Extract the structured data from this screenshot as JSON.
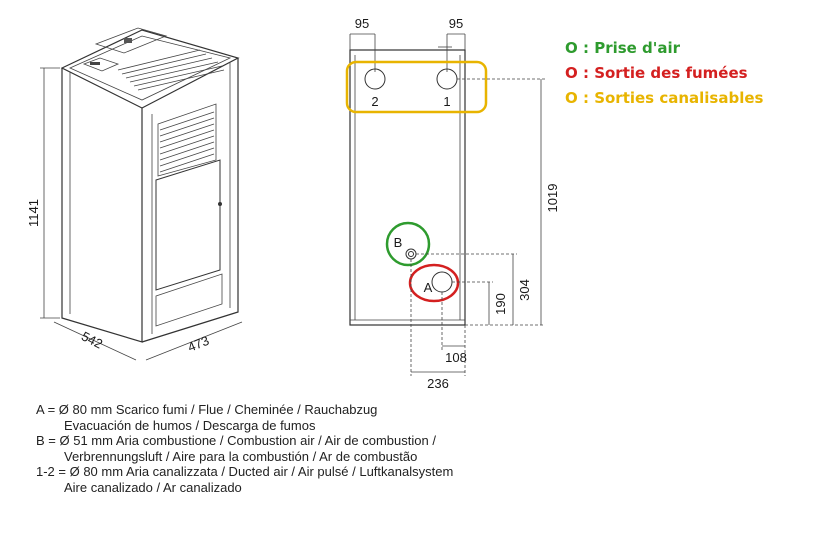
{
  "dimensions": {
    "height": "1141",
    "depth": "542",
    "width": "473",
    "top_left_offset": "95",
    "top_right_offset": "95",
    "outlet_height": "1019",
    "air_intake_height": "304",
    "flue_height": "190",
    "flue_side_offset": "108",
    "air_side_offset": "236"
  },
  "outlet_labels": {
    "outlet_2": "2",
    "outlet_1": "1",
    "air_intake": "B",
    "flue": "A"
  },
  "legend": [
    {
      "text": "O : Prise d'air",
      "color": "#2e9b2e"
    },
    {
      "text": "O : Sortie des fumées",
      "color": "#d42020"
    },
    {
      "text": "O : Sorties canalisables",
      "color": "#e8b400"
    }
  ],
  "notes": [
    "A = Ø 80 mm  Scarico fumi / Flue / Cheminée / Rauchabzug",
    "Evacuación de humos / Descarga de fumos",
    "B = Ø 51 mm  Aria combustione / Combustion air / Air de combustion /",
    "Verbrennungsluft / Aire para la combustión / Ar de combustão",
    "1-2 = Ø 80 mm  Aria canalizzata / Ducted air / Air pulsé / Luftkanalsystem",
    "Aire canalizado / Ar canalizado"
  ],
  "colors": {
    "air_intake": "#2e9b2e",
    "flue": "#d42020",
    "ducted": "#e8b400"
  }
}
